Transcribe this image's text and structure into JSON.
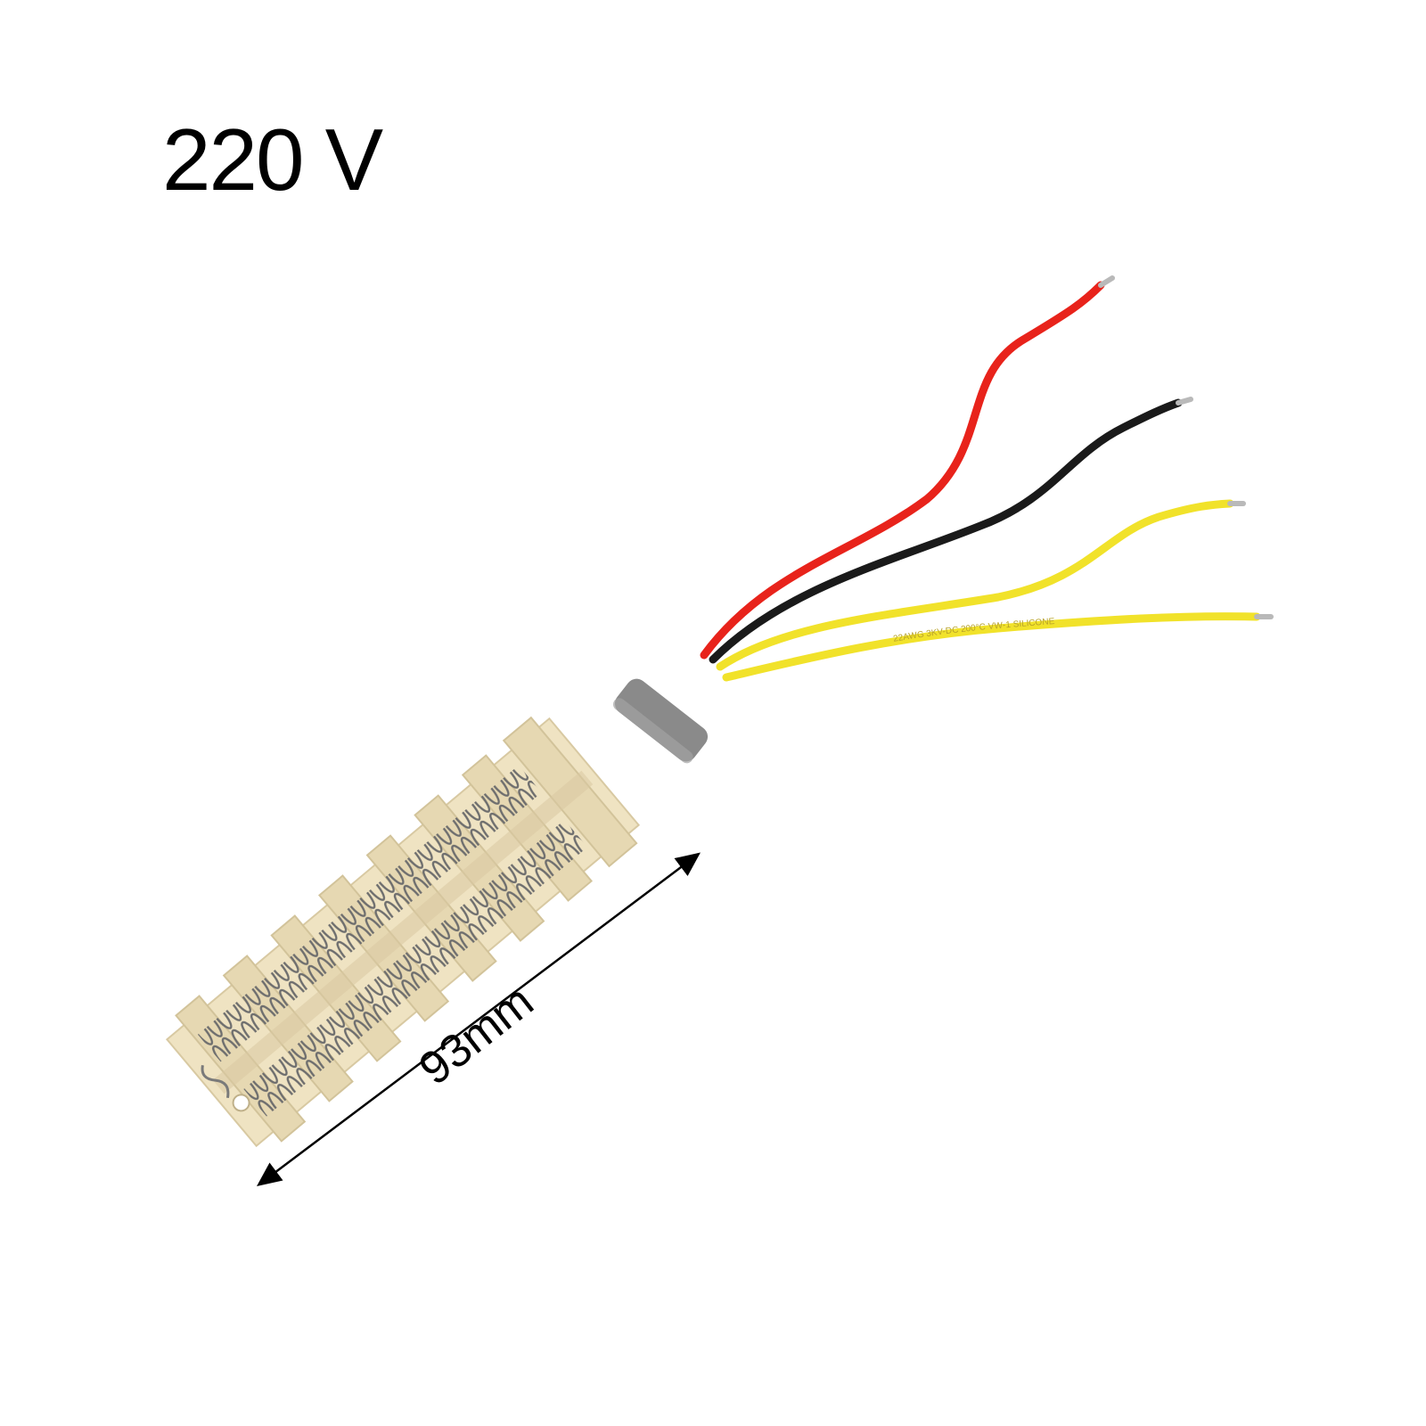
{
  "voltage_label": "220 V",
  "dimension_label": "93mm",
  "wire_print": "22AWG 3KV-DC 200°C VW-1 SILICONE",
  "colors": {
    "background": "#ffffff",
    "ceramic": "#efe3c2",
    "ceramic_shadow": "#d8c9a2",
    "coil": "#6e6e6e",
    "sleeve": "#8a8a8a",
    "wire_red": "#e8231b",
    "wire_black": "#1a1a1a",
    "wire_yellow": "#f1e22a"
  }
}
